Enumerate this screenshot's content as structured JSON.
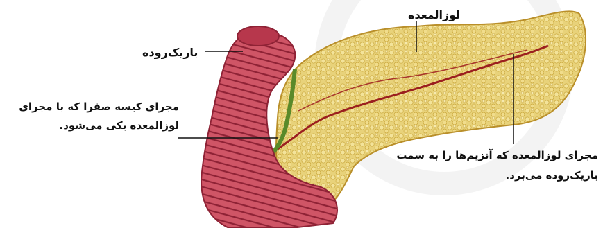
{
  "labels": {
    "pancreas": "لوزالمعده",
    "small_intestine": "باریک‌روده",
    "bile_duct_line1": "مجرای کیسه صفرا که با مجرای",
    "bile_duct_line2": "لوزالمعده یکی می‌شود.",
    "pancreatic_duct_line1": "مجرای لوزالمعده که آنزیم‌ها را به سمت",
    "pancreatic_duct_line2": "باریک‌روده می‌برد."
  },
  "colors": {
    "pancreas_fill": "#e8d27a",
    "pancreas_dark": "#c9a63a",
    "duct_red": "#9b1f1f",
    "intestine_fill": "#c94a5e",
    "intestine_dark": "#8e2235",
    "bile_green": "#5a8a2a",
    "watermark": "#e6e6e6",
    "line": "#111111"
  }
}
